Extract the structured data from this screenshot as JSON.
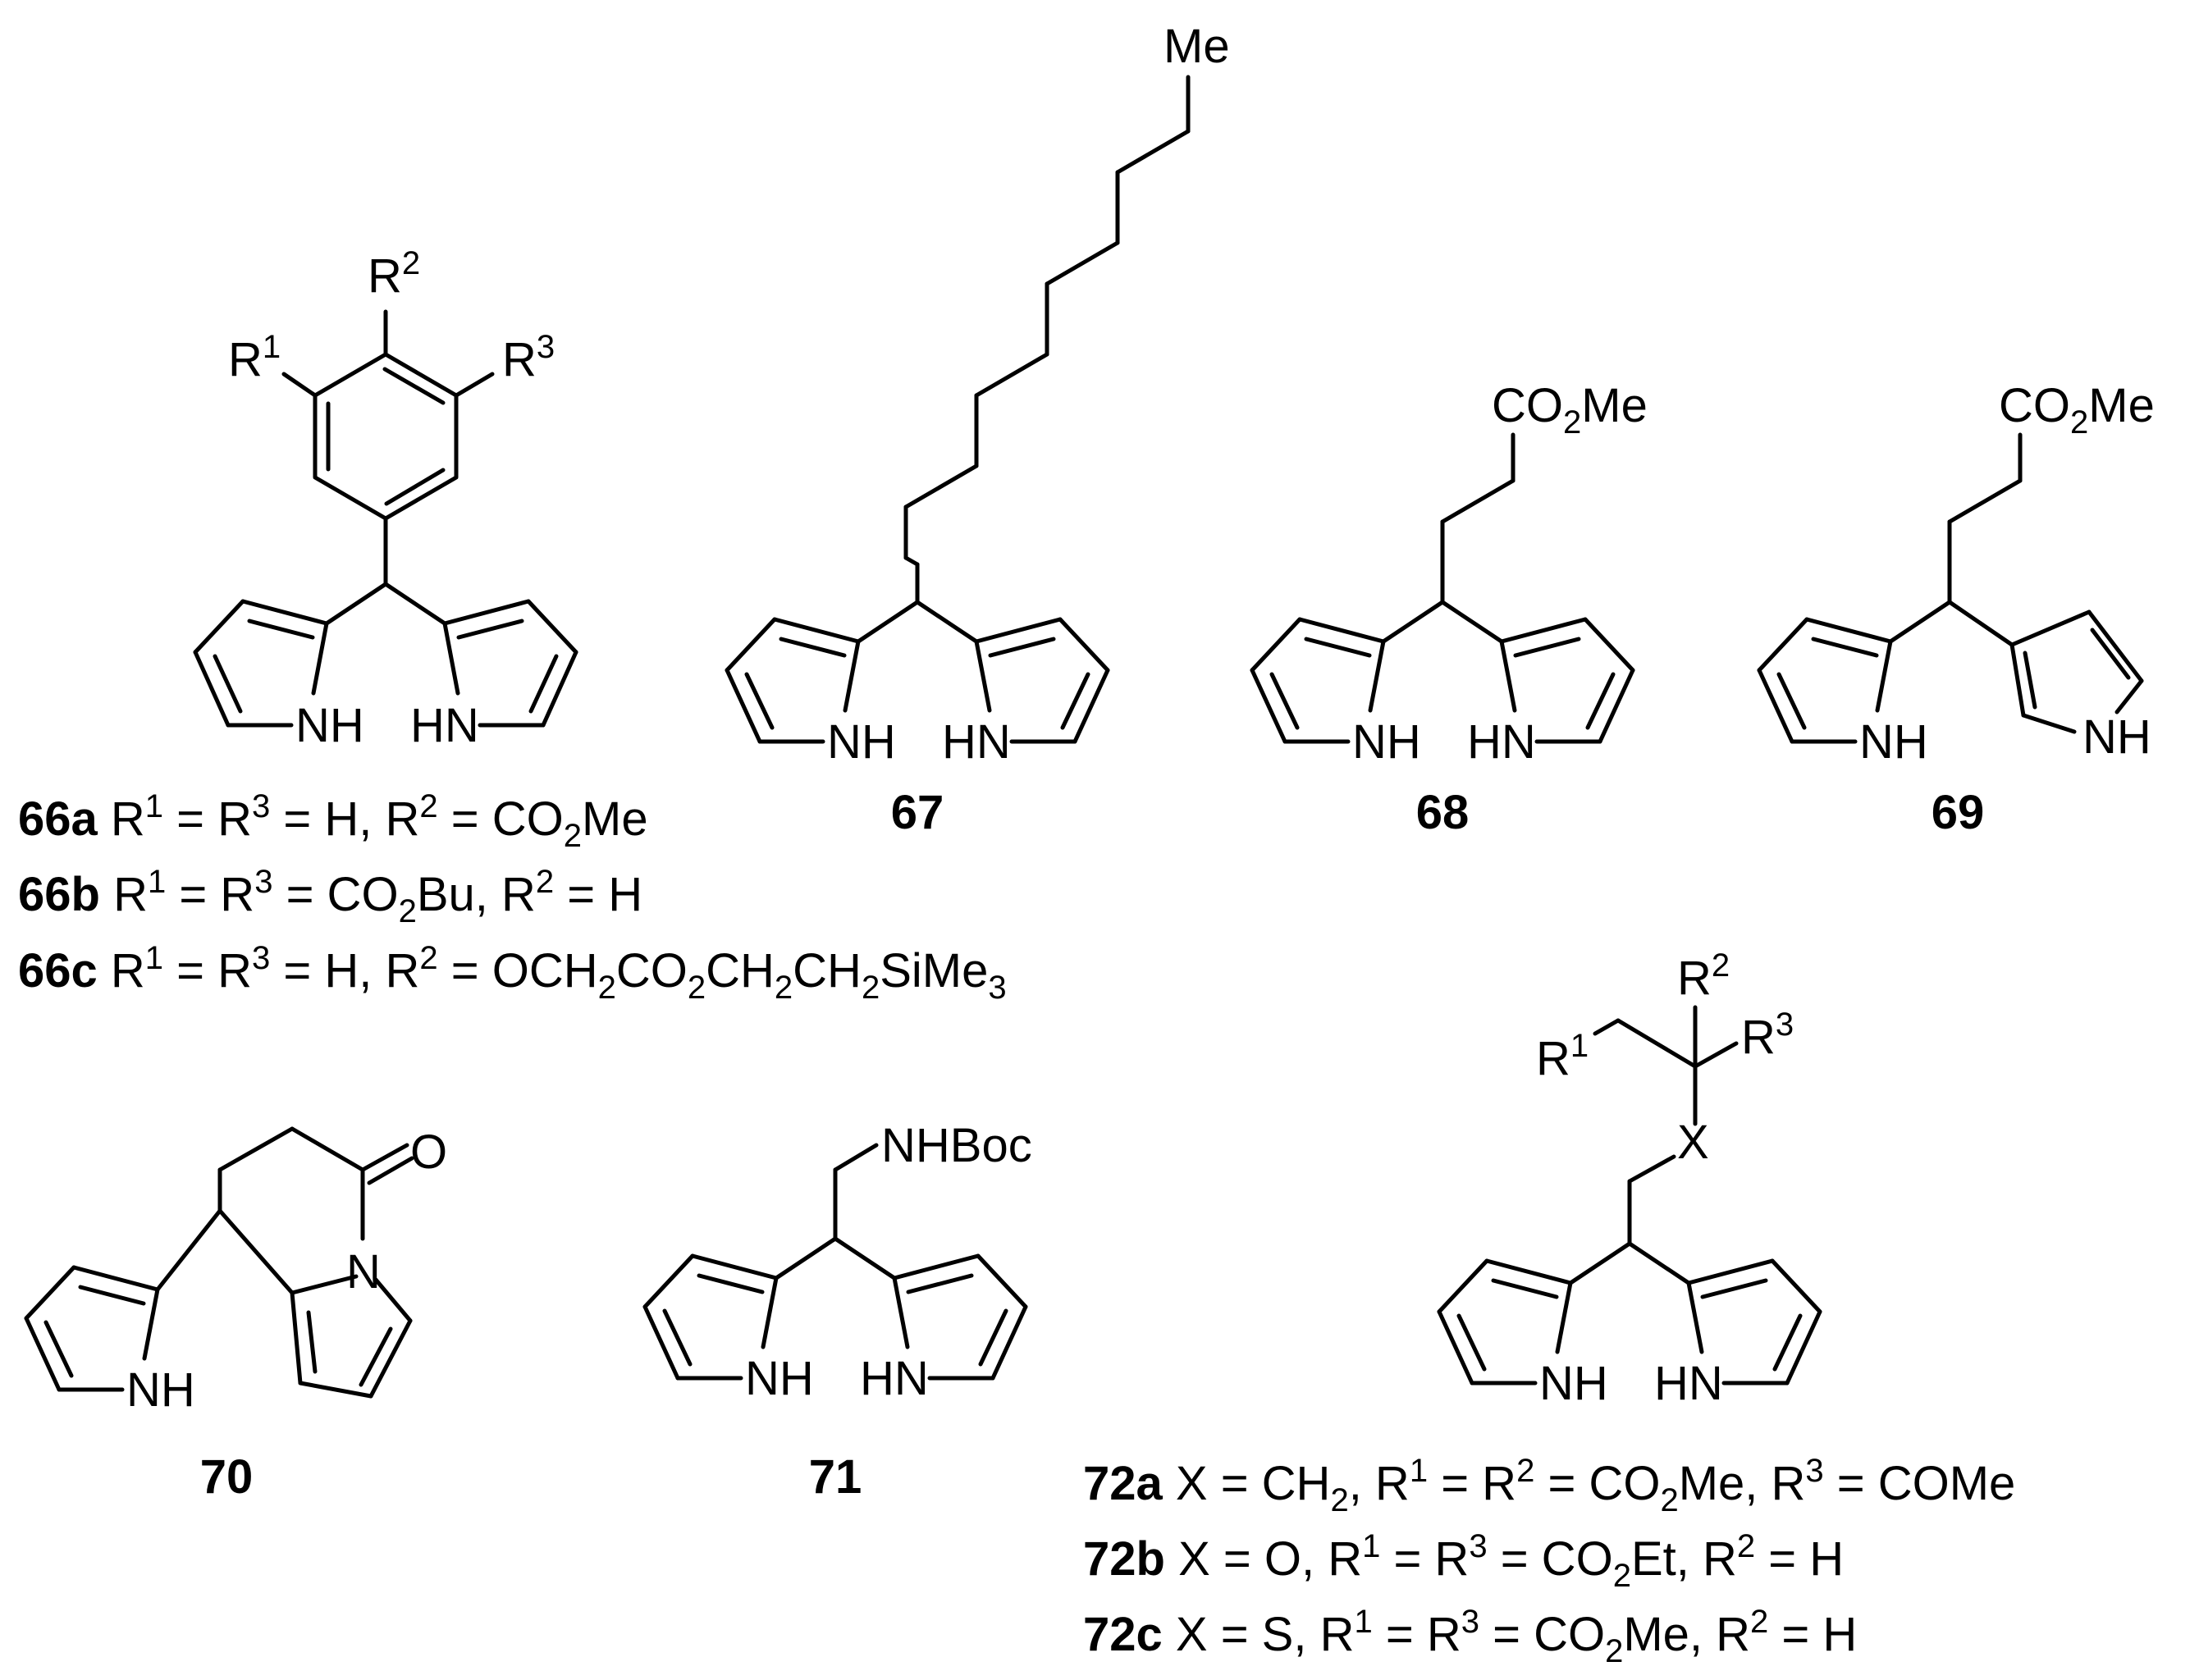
{
  "compounds": [
    {
      "id": "66",
      "substituent_labels": {
        "r1": "R",
        "r1_sup": "1",
        "r2": "R",
        "r2_sup": "2",
        "r3": "R",
        "r3_sup": "3"
      },
      "ring_labels": [
        "NH",
        "HN"
      ],
      "variants": [
        {
          "num": "66a",
          "segments": [
            "R",
            "^1",
            " = R",
            "^3",
            " = H, R",
            "^2",
            " = CO",
            "_2",
            "Me"
          ]
        },
        {
          "num": "66b",
          "segments": [
            "R",
            "^1",
            " = R",
            "^3",
            " = CO",
            "_2",
            "Bu, R",
            "^2",
            " = H"
          ]
        },
        {
          "num": "66c",
          "segments": [
            "R",
            "^1",
            " = R",
            "^3",
            " = H, R",
            "^2",
            " = OCH",
            "_2",
            "CO",
            "_2",
            "CH",
            "_2",
            "CH",
            "_2",
            "SiMe",
            "_3"
          ]
        }
      ]
    },
    {
      "id": "67",
      "num": "67",
      "chain_label": "Me",
      "ring_labels": [
        "NH",
        "HN"
      ]
    },
    {
      "id": "68",
      "num": "68",
      "chain_label": [
        "CO",
        "_2",
        "Me"
      ],
      "ring_labels": [
        "NH",
        "HN"
      ]
    },
    {
      "id": "69",
      "num": "69",
      "chain_label": [
        "CO",
        "_2",
        "Me"
      ],
      "ring_labels": [
        "NH",
        "NH"
      ]
    },
    {
      "id": "70",
      "num": "70",
      "atom_labels": [
        "O",
        "N"
      ],
      "ring_labels": [
        "NH"
      ]
    },
    {
      "id": "71",
      "num": "71",
      "chain_label": "NHBoc",
      "ring_labels": [
        "NH",
        "HN"
      ]
    },
    {
      "id": "72",
      "substituent_labels": {
        "r1": "R",
        "r1_sup": "1",
        "r2": "R",
        "r2_sup": "2",
        "r3": "R",
        "r3_sup": "3",
        "x": "X"
      },
      "ring_labels": [
        "NH",
        "HN"
      ],
      "variants": [
        {
          "num": "72a",
          "segments": [
            "X = CH",
            "_2",
            ", R",
            "^1",
            " = R",
            "^2",
            " = CO",
            "_2",
            "Me, R",
            "^3",
            " = COMe"
          ]
        },
        {
          "num": "72b",
          "segments": [
            "X = O, R",
            "^1",
            " = R",
            "^3",
            " = CO",
            "_2",
            "Et, R",
            "^2",
            " = H"
          ]
        },
        {
          "num": "72c",
          "segments": [
            "X = S, R",
            "^1",
            " = R",
            "^3",
            " = CO",
            "_2",
            "Me, R",
            "^2",
            " = H"
          ]
        }
      ]
    }
  ]
}
